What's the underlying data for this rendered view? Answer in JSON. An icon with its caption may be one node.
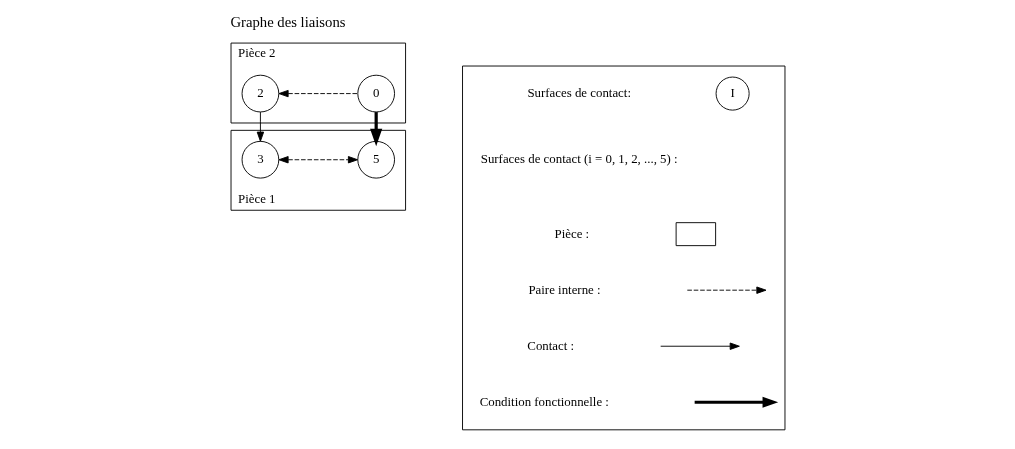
{
  "diagram": {
    "title": "Graphe des liaisons",
    "nodes": [
      {
        "text": [
          "Pièce 2"
        ]
      },
      {
        "text": [
          "2"
        ],
        "in": 0
      },
      {
        "text": [
          "0"
        ],
        "in": 0
      },
      {
        "text": [
          "Pièce 1"
        ]
      },
      {
        "text": [
          "3"
        ],
        "in": 3
      },
      {
        "text": [
          "5"
        ],
        "in": 3
      },
      {
        "text": [],
        "shape": "box"
      },
      {
        "text": [
          "I"
        ],
        "in": 6
      },
      {
        "text": [],
        "shape": "box",
        "in": 6
      }
    ],
    "edges": [
      {
        "from": 2,
        "to": 1,
        "arrow": "to",
        "style": "dashed"
      },
      {
        "from": 1,
        "to": 4,
        "arrow": "to"
      },
      {
        "from": 2,
        "to": 5,
        "arrow": "to",
        "style": "thick"
      },
      {
        "from": 4,
        "to": 5,
        "arrow": "both",
        "style": "dashed"
      }
    ],
    "legend": [
      {
        "text": "Surfaces de contact:"
      },
      {
        "text": "Surfaces de contact (i = 0, 1, 2, ..., 5) :"
      },
      {
        "text": "Pièce :"
      },
      {
        "text": "Paire interne :"
      },
      {
        "text": "Contact :"
      },
      {
        "text": "Condition fonctionnelle :"
      }
    ]
  }
}
